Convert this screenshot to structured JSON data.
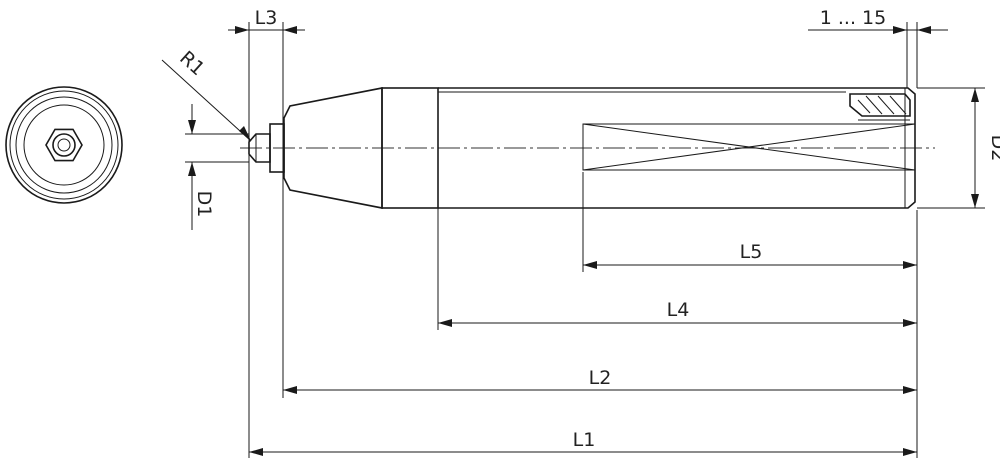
{
  "labels": {
    "l1": "L1",
    "l2": "L2",
    "l3": "L3",
    "l4": "L4",
    "l5": "L5",
    "d1": "D1",
    "d2": "D2",
    "r1": "R1",
    "range": "1 ... 15"
  }
}
